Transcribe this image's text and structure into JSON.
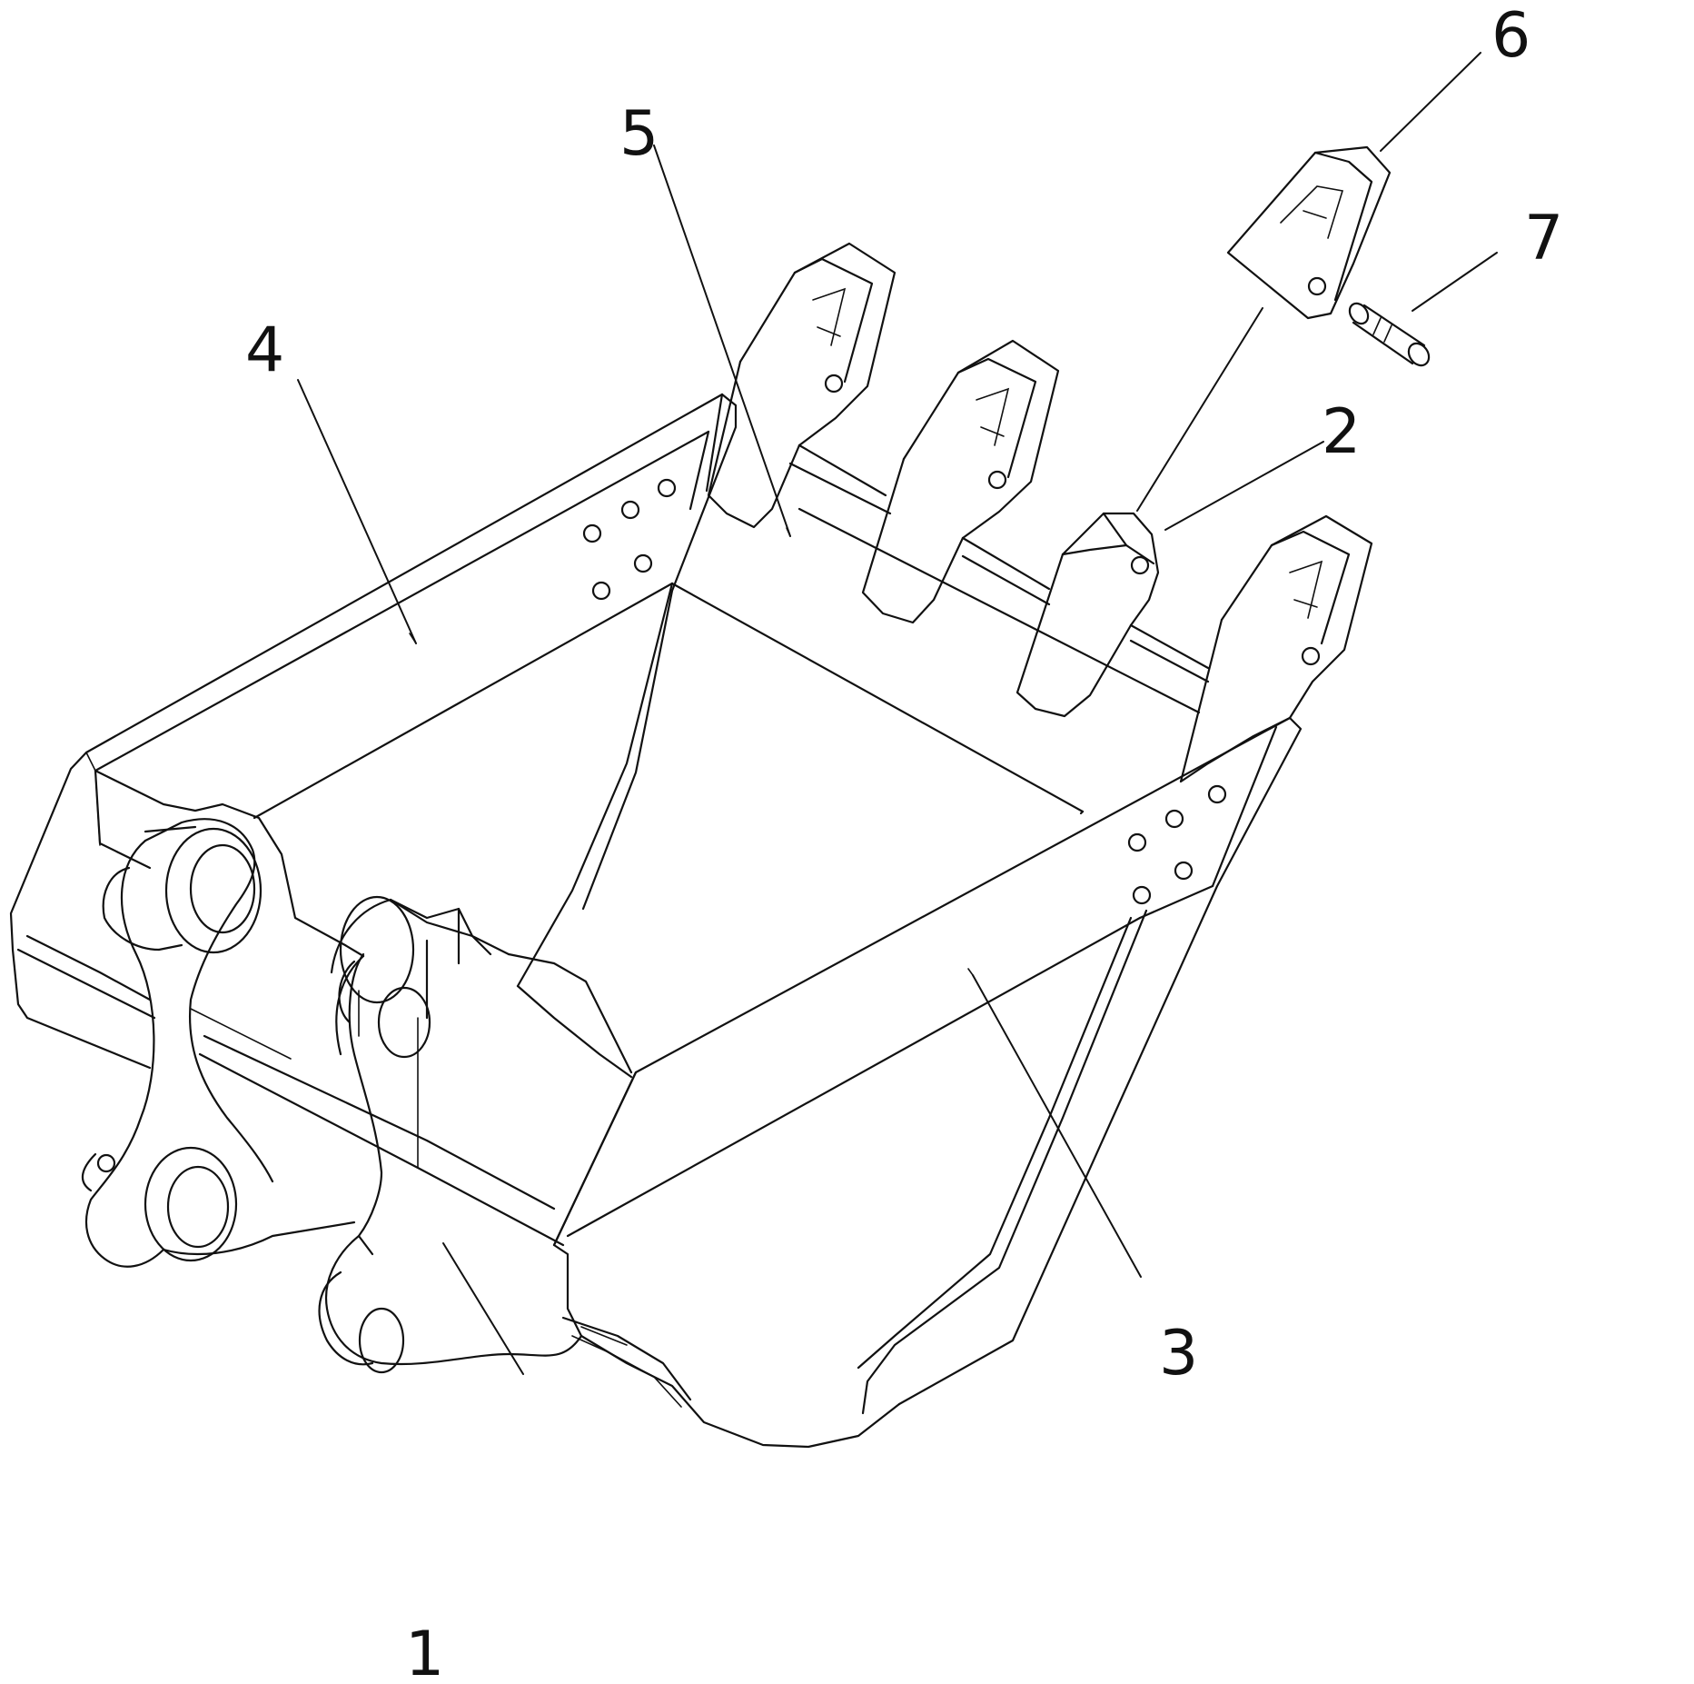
{
  "diagram": {
    "callouts": [
      {
        "id": "1",
        "label": "1"
      },
      {
        "id": "2",
        "label": "2"
      },
      {
        "id": "3",
        "label": "3"
      },
      {
        "id": "4",
        "label": "4"
      },
      {
        "id": "5",
        "label": "5"
      },
      {
        "id": "6",
        "label": "6"
      },
      {
        "id": "7",
        "label": "7"
      }
    ],
    "colors": {
      "ink": "#111111",
      "background": "#ffffff"
    }
  }
}
